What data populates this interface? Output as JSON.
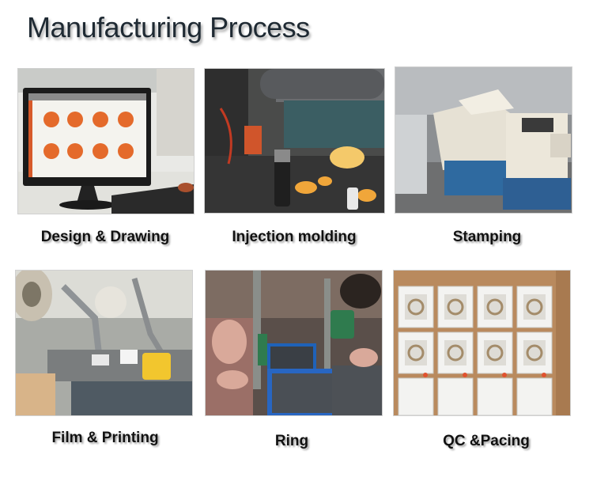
{
  "title": "Manufacturing Process",
  "steps": [
    {
      "label": "Design & Drawing"
    },
    {
      "label": "Injection molding"
    },
    {
      "label": "Stamping"
    },
    {
      "label": "Film & Printing"
    },
    {
      "label": "Ring"
    },
    {
      "label": "QC &Pacing"
    }
  ]
}
